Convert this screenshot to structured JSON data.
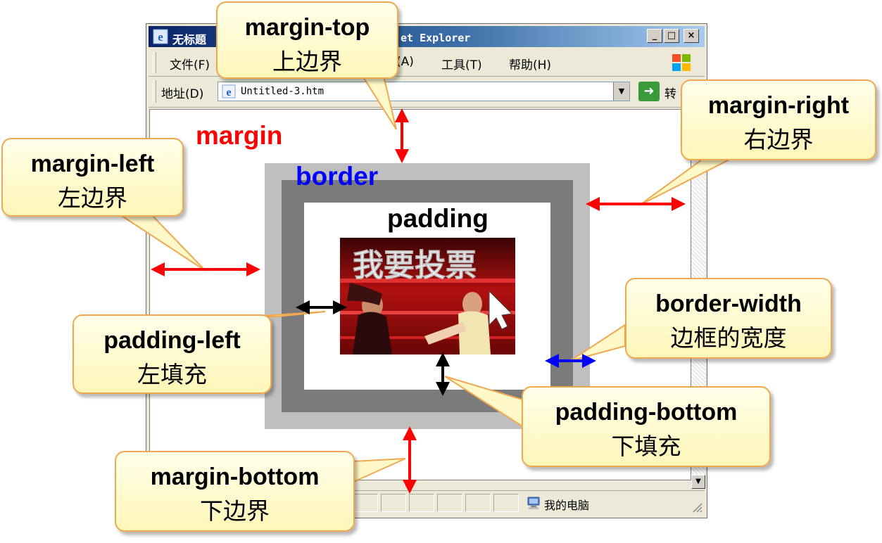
{
  "window": {
    "title": "无标题",
    "title_tail": "et Explorer",
    "menu": [
      "文件(F)",
      "(A)",
      "工具(T)",
      "帮助(H)"
    ],
    "address_label": "地址(D)",
    "address_value": "Untitled-3.htm",
    "go_label": "转",
    "status_zone": "我的电脑"
  },
  "photo": {
    "text": "我要投票"
  },
  "labels": {
    "margin": "margin",
    "border": "border",
    "padding": "padding"
  },
  "callouts": {
    "margin_top": {
      "en": "margin-top",
      "cn": "上边界"
    },
    "margin_right": {
      "en": "margin-right",
      "cn": "右边界"
    },
    "margin_left": {
      "en": "margin-left",
      "cn": "左边界"
    },
    "border_width": {
      "en": "border-width",
      "cn": "边框的宽度"
    },
    "padding_left": {
      "en": "padding-left",
      "cn": "左填充"
    },
    "padding_bottom": {
      "en": "padding-bottom",
      "cn": "下填充"
    },
    "margin_bottom": {
      "en": "margin-bottom",
      "cn": "下边界"
    }
  },
  "colors": {
    "margin": "#ff0000",
    "border": "#0000ff",
    "padding": "#000000",
    "callout_border": "#f0a850"
  },
  "icons": [
    "ie-app-icon",
    "windows-logo-icon",
    "ie-page-icon",
    "go-arrow-icon",
    "my-computer-icon"
  ]
}
